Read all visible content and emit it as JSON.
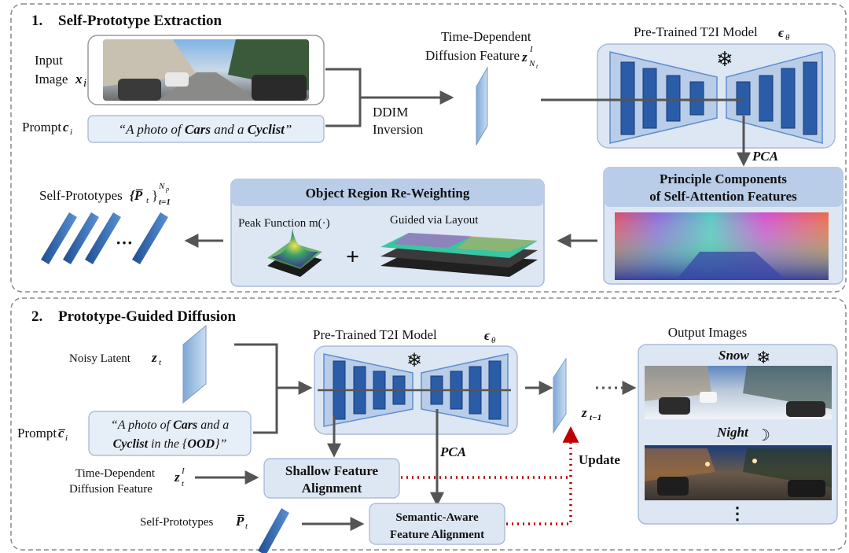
{
  "section1": {
    "number": "1.",
    "title": "Self-Prototype Extraction",
    "input_image_label": [
      "Input",
      "Image"
    ],
    "input_image_math": "x",
    "input_image_sub": "i",
    "prompt_label": "Prompt",
    "prompt_math": "c",
    "prompt_sub": "i",
    "prompt_text_parts": [
      "“A photo of ",
      "Cars",
      " and a ",
      "Cyclist",
      "”"
    ],
    "ddim_label": [
      "DDIM",
      "Inversion"
    ],
    "feature_label": [
      "Time-Dependent",
      "Diffusion Feature"
    ],
    "feature_math": "z",
    "feature_sup": "I",
    "feature_sub": "N",
    "feature_subsub": "t",
    "model_title": "Pre-Trained T2I Model",
    "model_math": "ϵ",
    "model_sub": "θ",
    "pca_label": "PCA",
    "pc_title": [
      "Principle Components",
      "of Self-Attention Features"
    ],
    "orw_title": "Object Region Re-Weighting",
    "peak_label": "Peak Function m(·)",
    "layout_label": "Guided via Layout",
    "plus": "+",
    "prototypes_label": "Self-Prototypes",
    "prototypes_math": "{P̅",
    "prototypes_sub": "t",
    "prototypes_close": "}",
    "prototypes_sup": "N",
    "prototypes_supsub": "p",
    "prototypes_range": "t=1",
    "ellipsis": "···"
  },
  "section2": {
    "number": "2.",
    "title": "Prototype-Guided Diffusion",
    "noisy_label": "Noisy Latent",
    "noisy_math": "z",
    "noisy_sub": "t",
    "prompt_label": "Prompt",
    "prompt_math": "c̅",
    "prompt_sub": "i",
    "prompt_text_line1_parts": [
      "“A photo of ",
      "Cars",
      " and a"
    ],
    "prompt_text_line2_parts": [
      "Cyclist",
      " in the {",
      "OOD",
      "}”"
    ],
    "model_title": "Pre-Trained T2I Model",
    "model_math": "ϵ",
    "model_sub": "θ",
    "zt1_math": "z",
    "zt1_sub": "t−1",
    "pca_label": "PCA",
    "update_label": "Update",
    "feature_label": [
      "Time-Dependent",
      "Diffusion Feature"
    ],
    "feature_math": "z",
    "feature_sup": "I",
    "feature_sub": "t",
    "prototypes_label": "Self-Prototypes",
    "prototypes_math": "P̅",
    "prototypes_sub": "t",
    "shallow_label": [
      "Shallow Feature",
      "Alignment"
    ],
    "semantic_label": [
      "Semantic-Aware",
      "Feature Alignment"
    ],
    "output_title": "Output Images",
    "snow_label": "Snow",
    "night_label": "Night",
    "vdots": "⋮"
  },
  "colors": {
    "dashed_border": "#8a8a8a",
    "blue_dark": "#2a5ca8",
    "blue_mid": "#5f8ed0",
    "unet_fill": "#b9cde8",
    "panel_fill": "#dde7f3",
    "prompt_fill": "#e6eef7",
    "feature_plane": "#a9c8e8",
    "arrow": "#555555",
    "red_dotted": "#c00000"
  }
}
